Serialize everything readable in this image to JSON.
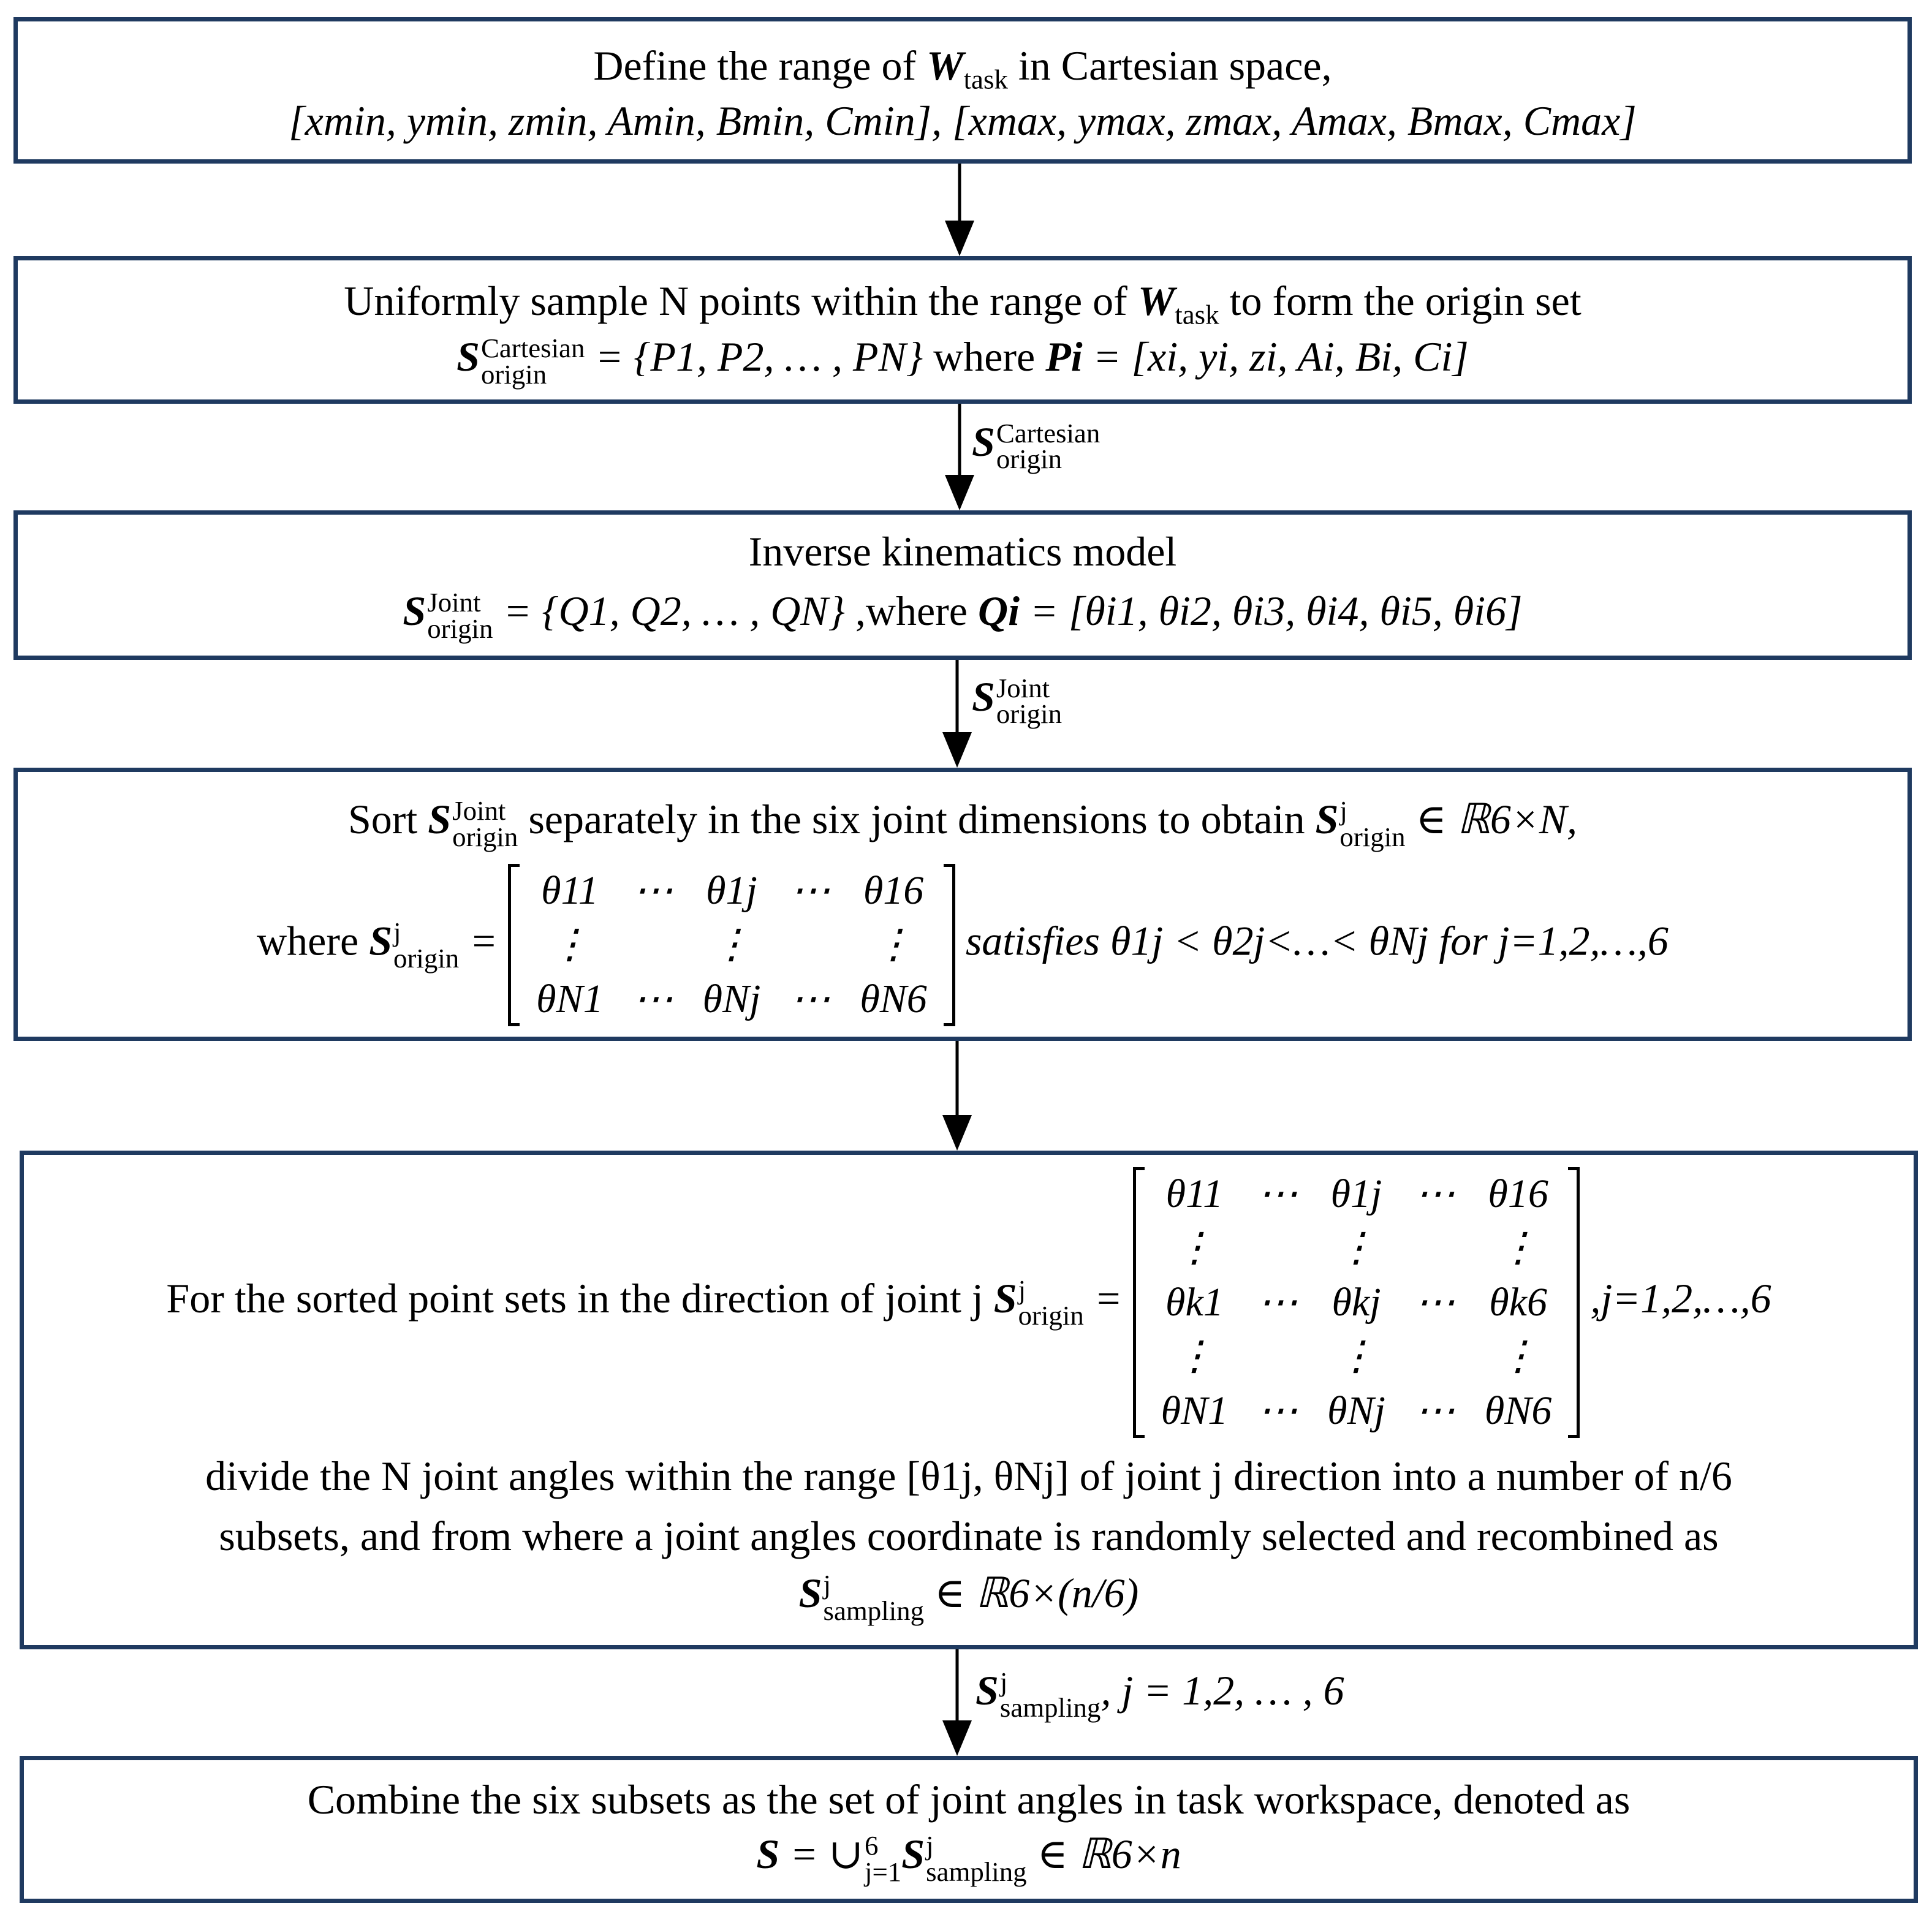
{
  "box1": {
    "line1_prefix": "Define the range of ",
    "W": "W",
    "W_sub": "task",
    "line1_suffix": " in Cartesian space,",
    "line2": "[xmin, ymin, zmin, Amin, Bmin, Cmin], [xmax, ymax, zmax, Amax, Bmax, Cmax]"
  },
  "box2": {
    "line1_prefix": "Uniformly sample N points within the range of ",
    "W": "W",
    "W_sub": "task",
    "line1_suffix": " to form the origin set",
    "S": "S",
    "S_sup": "Cartesian",
    "S_sub": "origin",
    "set_expr": " = {P1, P2, … , PN}",
    "where": " where ",
    "Pi": "Pi",
    "Pi_expr": " = [xi, yi, zi, Ai, Bi, Ci]"
  },
  "edge1": {
    "S": "S",
    "sup": "Cartesian",
    "sub": "origin"
  },
  "box3": {
    "line1": "Inverse kinematics model",
    "S": "S",
    "S_sup": "Joint",
    "S_sub": "origin",
    "set_expr": " = {Q1, Q2, … , QN}",
    "where": " ,where ",
    "Qi": "Qi",
    "Qi_expr": " = [θi1, θi2, θi3, θi4, θi5, θi6]"
  },
  "edge2": {
    "S": "S",
    "sup": "Joint",
    "sub": "origin"
  },
  "box4": {
    "sort": "Sort ",
    "S": "S",
    "S_sup": "Joint",
    "S_sub": "origin",
    "mid": "  separately in the six joint dimensions to obtain ",
    "Sj_sup": "j",
    "Sj_sub": "origin",
    "space": " ∈ ℝ6×N,",
    "where": "where ",
    "eq": " = ",
    "matrix": [
      [
        "θ11",
        "⋯",
        "θ1j",
        "⋯",
        "θ16"
      ],
      [
        "⋮",
        "",
        "⋮",
        "",
        "⋮"
      ],
      [
        "θN1",
        "⋯",
        "θNj",
        "⋯",
        "θN6"
      ]
    ],
    "satisfies": " satisfies θ1j < θ2j<…< θNj  for j=1,2,…,6"
  },
  "box5": {
    "prefix": "For the sorted point sets in the direction of joint j ",
    "S": "S",
    "Sj_sup": "j",
    "Sj_sub": "origin",
    "eq": " = ",
    "matrix": [
      [
        "θ11",
        "⋯",
        "θ1j",
        "⋯",
        "θ16"
      ],
      [
        "⋮",
        "",
        "⋮",
        "",
        "⋮"
      ],
      [
        "θk1",
        "⋯",
        "θkj",
        "⋯",
        "θk6"
      ],
      [
        "⋮",
        "",
        "⋮",
        "",
        "⋮"
      ],
      [
        "θN1",
        "⋯",
        "θNj",
        "⋯",
        "θN6"
      ]
    ],
    "suffix": ",j=1,2,…,6",
    "line2": "divide the N joint angles within the range [θ1j, θNj] of joint j direction into a number of n/6",
    "line3": "subsets, and from where a joint angles coordinate is randomly selected and recombined as",
    "final_sup": "j",
    "final_sub": "sampling",
    "final_space": " ∈ ℝ6×(n/6)"
  },
  "edge3": {
    "S": "S",
    "sup": "j",
    "sub": "sampling",
    "rest": ", j = 1,2, … , 6"
  },
  "box6": {
    "line1": "Combine the six subsets as the set of joint angles in task workspace, denoted as",
    "S": "S",
    "eq": " = ∪",
    "union_sup": "6",
    "union_sub": "j=1",
    "Sj_sup": "j",
    "Sj_sub": "sampling",
    "space": " ∈ ℝ6×n"
  },
  "colors": {
    "box_border": "#1f3a60",
    "arrow": "#000000"
  }
}
